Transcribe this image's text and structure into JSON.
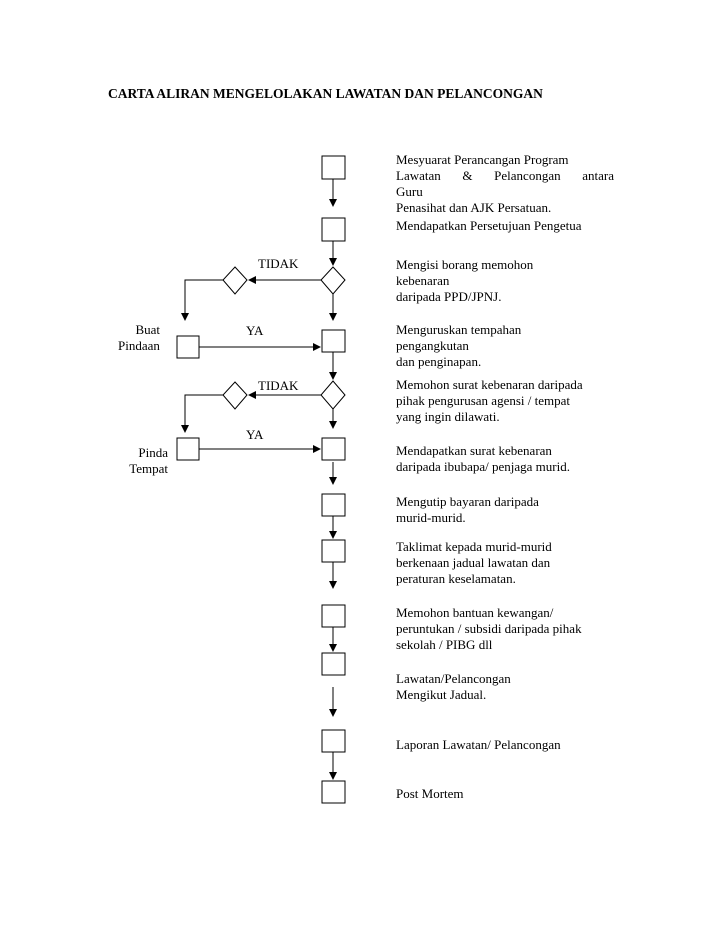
{
  "title": "CARTA ALIRAN MENGELOLAKAN LAWATAN DAN PELANCONGAN",
  "steps": [
    {
      "lines": [
        "Mesyuarat Perancangan Program",
        "Lawatan & Pelancongan antara",
        "Guru",
        "Penasihat dan AJK Persatuan."
      ]
    },
    {
      "lines": [
        "Mendapatkan Persetujuan Pengetua"
      ]
    },
    {
      "lines": [
        "Mengisi borang memohon",
        "kebenaran",
        "daripada PPD/JPNJ."
      ]
    },
    {
      "lines": [
        "Menguruskan tempahan",
        "pengangkutan",
        "dan penginapan."
      ]
    },
    {
      "lines": [
        "Memohon surat kebenaran daripada",
        "pihak pengurusan agensi / tempat",
        "yang ingin dilawati."
      ]
    },
    {
      "lines": [
        "Mendapatkan surat kebenaran",
        "daripada ibubapa/ penjaga murid."
      ]
    },
    {
      "lines": [
        "Mengutip bayaran daripada",
        "murid-murid."
      ]
    },
    {
      "lines": [
        "Taklimat kepada murid-murid",
        "berkenaan jadual lawatan dan",
        "peraturan keselamatan."
      ]
    },
    {
      "lines": [
        "Memohon bantuan kewangan/",
        "peruntukan / subsidi daripada pihak",
        "sekolah / PIBG dll"
      ]
    },
    {
      "lines": [
        "Lawatan/Pelancongan",
        "Mengikut Jadual."
      ]
    },
    {
      "lines": [
        "Laporan Lawatan/ Pelancongan"
      ]
    },
    {
      "lines": [
        "Post Mortem"
      ]
    }
  ],
  "branches": [
    {
      "no_label": "TIDAK",
      "yes_label": "YA",
      "side_lines": [
        "Buat",
        "Pindaan"
      ]
    },
    {
      "no_label": "TIDAK",
      "yes_label": "YA",
      "side_lines": [
        "Pinda",
        "Tempat"
      ]
    }
  ]
}
